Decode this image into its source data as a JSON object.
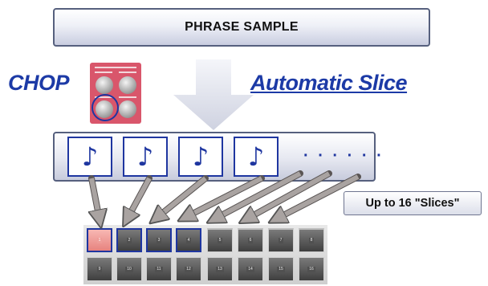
{
  "banner": {
    "label": "PHRASE SAMPLE"
  },
  "captions": {
    "left": "CHOP",
    "right": "Automatic Slice"
  },
  "callout": {
    "label": "Up to 16 \"Slices\""
  },
  "notes": {
    "glyph": "♪",
    "count": 4,
    "ellipsis": "· · · · · ·"
  },
  "pads": {
    "row1": [
      "1",
      "2",
      "3",
      "4",
      "5",
      "6",
      "7",
      "8"
    ],
    "row2": [
      "9",
      "10",
      "11",
      "12",
      "13",
      "14",
      "15",
      "16"
    ]
  },
  "colors": {
    "accent_blue": "#1c3aa6",
    "panel_red": "#d9566b",
    "lit_pad": "#f7b7b3",
    "arrow_grey": "#a09a98"
  }
}
